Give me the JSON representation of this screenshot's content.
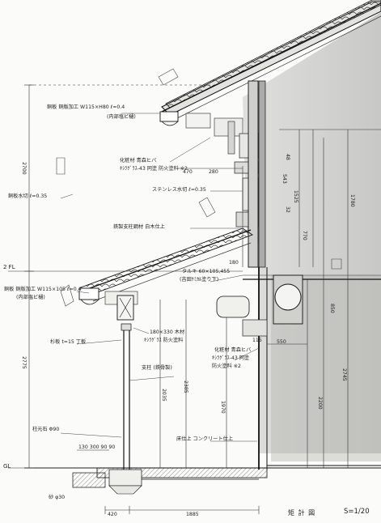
{
  "sheet": {
    "title": "矩 計 図",
    "scale": "S=1/20"
  },
  "levels": {
    "fl2": "2 FL",
    "gl": "GL"
  },
  "annotations": {
    "upper_eave": "銅板 銅版加工 W115×H80 ℓ=0.4",
    "upper_eave_sub": "(内部塩ビ樋)",
    "fascia_paint": "化粧材 青森ヒバ",
    "fascia_paint2": "ｷｼﾗｸﾞﾗｽ-43 同塗 防火塗料 ※2",
    "flashing_copper": "銅板水切 ℓ=0.35",
    "flashing_stainless": "ステンレス水切 ℓ=0.35",
    "steel_frame": "鉄製支柱鋼材 白木仕上",
    "lower_eave": "銅板 銅版加工 W115×105 ℓ=0.4",
    "lower_eave_sub": "(内部塩ビ樋)",
    "pole_note": "杉板 t=15 丁板",
    "lintel": "180×330 木材",
    "lintel_sub": "ｷｼﾗｸﾞﾗｽ 防火塗料",
    "post": "支柱 (鉄骨製)",
    "window_member": "タルキ 60×105,455",
    "window_member_sub": "(吉田ｹﾐｶﾙ塗り下)",
    "wall_note": "化粧材 青森ヒバ",
    "wall_note2": "ｷｼﾗｸﾞﾗｽ-43 同塗",
    "wall_note3": "防火塗料 ※2",
    "base_stone": "柱元石 Φ90",
    "base_dims": "130 300 90 90",
    "gravel": "砂 φ30",
    "concrete_note": "床仕上 コンクリート仕上"
  },
  "dimensions": {
    "h_2700": "2700",
    "h_2775": "2775",
    "d_470": "470",
    "d_280": "280",
    "d_420": "420",
    "d_1885": "1885",
    "d_550": "550",
    "d_115": "115",
    "d_770": "770",
    "d_2385": "2385",
    "d_2035": "2035",
    "d_1970": "1970",
    "d_2200": "2200",
    "d_2745": "2745",
    "d_1780": "1780",
    "d_1525": "1525",
    "d_543": "543",
    "d_180": "180",
    "d_48": "48",
    "d_32": "32",
    "d_850": "850"
  }
}
